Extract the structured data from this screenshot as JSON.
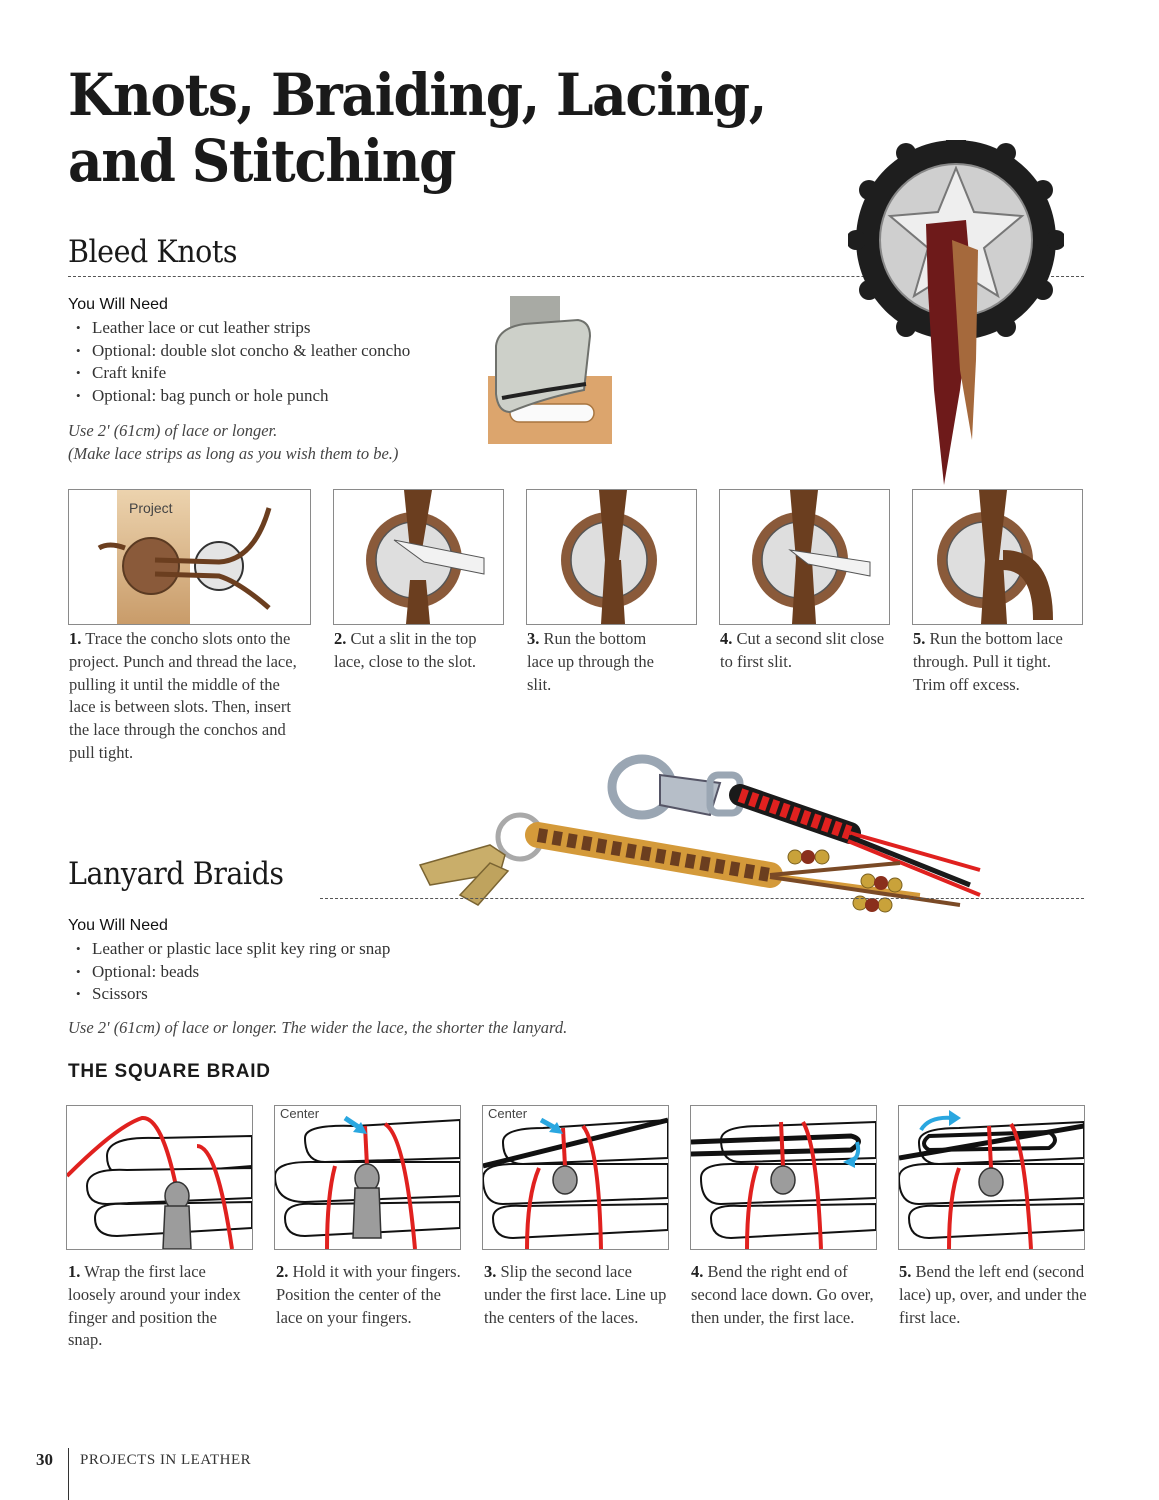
{
  "page": {
    "title_line1": "Knots, Braiding, Lacing,",
    "title_line2": "and Stitching",
    "footer": {
      "page_number": "30",
      "book_title": "PROJECTS IN LEATHER"
    }
  },
  "bleed_knots": {
    "heading": "Bleed Knots",
    "need_label": "You Will Need",
    "items": [
      "Leather lace or cut leather strips",
      "Optional: double slot concho & leather concho",
      "Craft knife",
      "Optional: bag punch or hole punch"
    ],
    "note_line1": "Use 2' (61cm) of lace or longer.",
    "note_line2": "(Make lace strips as long as you wish them to be.)",
    "panel1_label": "Project",
    "steps": [
      {
        "num": "1.",
        "text": "Trace the concho slots onto the project. Punch and thread the lace, pulling it until the middle of the lace is between slots. Then, insert the lace through the conchos and pull tight."
      },
      {
        "num": "2.",
        "text": "Cut a slit in the top lace, close to the slot."
      },
      {
        "num": "3.",
        "text": "Run the bottom lace up through the slit."
      },
      {
        "num": "4.",
        "text": "Cut a second slit close to first slit."
      },
      {
        "num": "5.",
        "text": "Run the bottom lace through. Pull it tight. Trim off excess."
      }
    ]
  },
  "lanyard_braids": {
    "heading": "Lanyard Braids",
    "need_label": "You Will Need",
    "items": [
      "Leather or plastic lace split key ring or snap",
      "Optional: beads",
      "Scissors"
    ],
    "note": "Use 2' (61cm) of lace or longer. The wider the lace, the shorter the lanyard.",
    "subheading": "THE SQUARE BRAID",
    "center_label": "Center",
    "steps": [
      {
        "num": "1.",
        "text": "Wrap the first lace loosely around your index finger and position the snap."
      },
      {
        "num": "2.",
        "text": "Hold it with your fingers. Position the center of the lace on your fingers."
      },
      {
        "num": "3.",
        "text": "Slip the second lace under the first lace. Line up the centers of the laces."
      },
      {
        "num": "4.",
        "text": "Bend the right end of second lace down. Go over, then under, the first lace."
      },
      {
        "num": "5.",
        "text": "Bend the left end (second lace) up, over, and under the first lace."
      }
    ]
  },
  "colors": {
    "leather_brown": "#6b3e1f",
    "concho_brown": "#8a5a3a",
    "project_tan": "#e2c39a",
    "lace_red": "#e0211f",
    "arrow_blue": "#2aa7e0",
    "dash_gray": "#555555"
  }
}
